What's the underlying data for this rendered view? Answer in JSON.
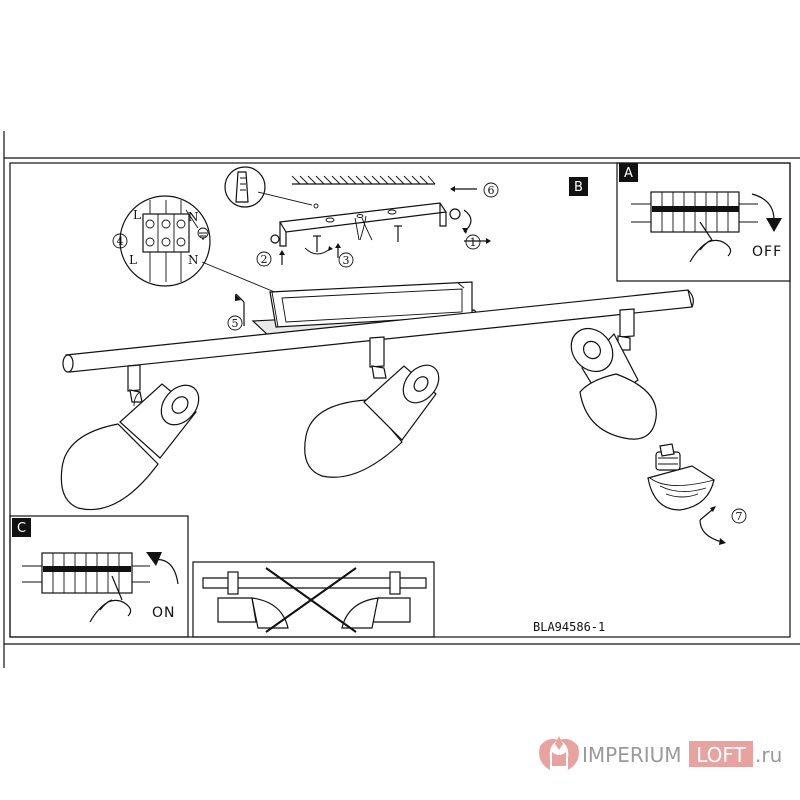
{
  "panels": {
    "a_label": "A",
    "b_label": "B",
    "c_label": "C",
    "off_label": "OFF",
    "on_label": "ON"
  },
  "wiring": {
    "l_top": "L",
    "n_top": "N",
    "l_bottom": "L",
    "n_bottom": "N"
  },
  "steps": [
    "1",
    "2",
    "3",
    "4",
    "5",
    "6",
    "7"
  ],
  "model_code": "BLA94586-1",
  "watermark": {
    "part1": "IMPERIUM",
    "part2": "LOFT",
    "part3": ".ru"
  },
  "colors": {
    "line": "#111111",
    "watermark_gray": "#9a9a9a",
    "watermark_accent": "#e8a3a0"
  }
}
